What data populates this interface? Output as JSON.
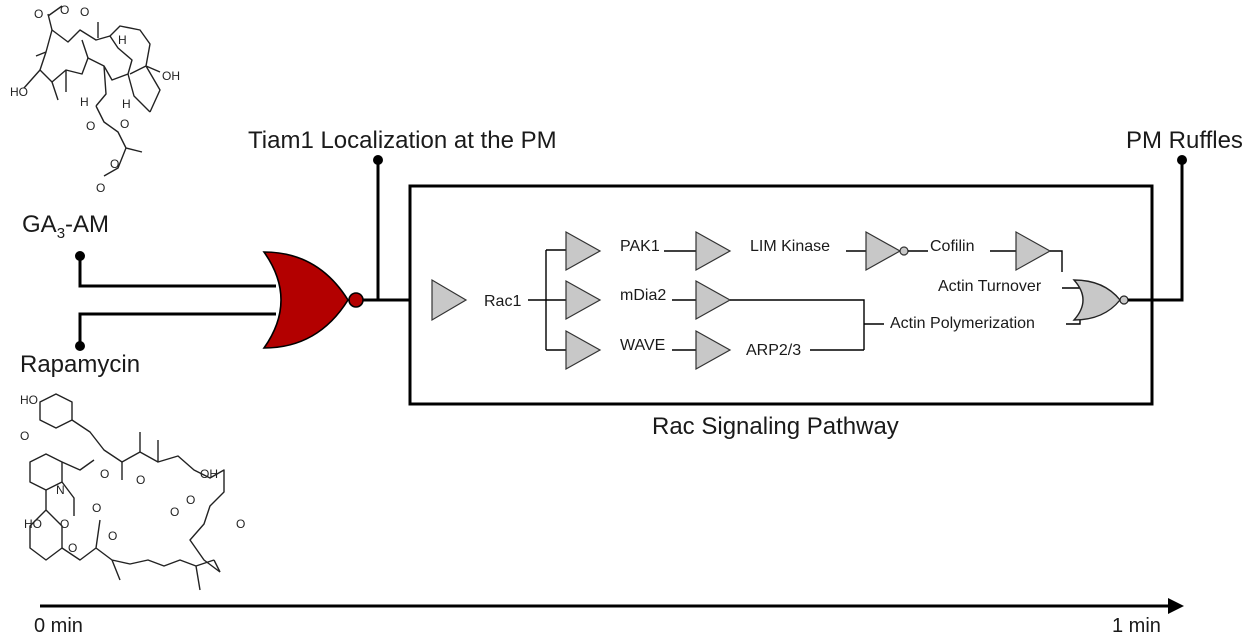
{
  "inputs": {
    "ga3": {
      "base": "GA",
      "sub": "3",
      "suffix": "-AM"
    },
    "rapamycin": "Rapamycin"
  },
  "outputs": {
    "tiam1": "Tiam1 Localization at the PM",
    "ruffles": "PM Ruffles"
  },
  "pathway": {
    "title": "Rac Signaling Pathway",
    "nodes": {
      "rac1": "Rac1",
      "pak1": "PAK1",
      "mdia2": "mDia2",
      "wave": "WAVE",
      "lim_kinase": "LIM Kinase",
      "cofilin": "Cofilin",
      "arp23": "ARP2/3",
      "actin_turnover": "Actin Turnover",
      "actin_polymerization": "Actin Polymerization"
    }
  },
  "timeline": {
    "start": "0 min",
    "end": "1 min"
  },
  "molecule_atoms": {
    "ga3": [
      "O",
      "O",
      "O",
      "H",
      "OH",
      "HO",
      "H",
      "H",
      "O",
      "O",
      "O",
      "O"
    ],
    "rapamycin": [
      "HO",
      "O",
      "N",
      "O",
      "O",
      "O",
      "O",
      "O",
      "OH",
      "HO",
      "O",
      "O",
      "O",
      "O"
    ]
  },
  "colors": {
    "nor_gate": "#b30000",
    "buffer_fill": "#c8c8c8",
    "nor_gate_right": "#c8c8c8"
  }
}
